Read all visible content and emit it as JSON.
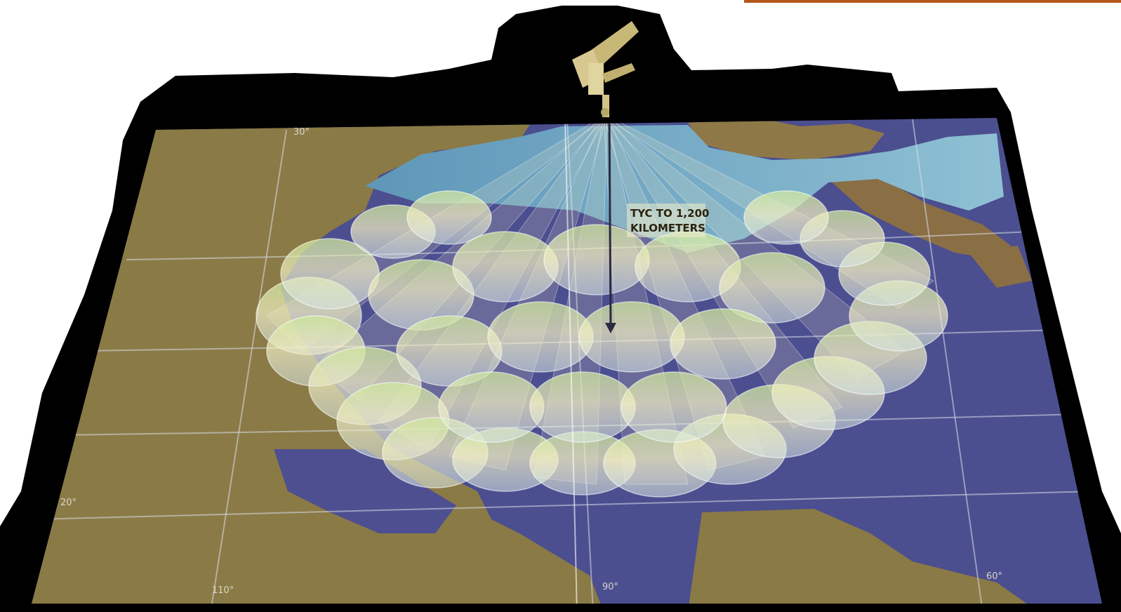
{
  "image": {
    "colors": {
      "background": "#ffffff",
      "frame": "#000000",
      "land": "#8a7a46",
      "ocean": "#4b4e8f",
      "coastal_water": "#78a8c0",
      "beam_fill": "#f4f0c4",
      "beam_edge": "#ffffff",
      "satellite": "#d8c890"
    },
    "map_label": {
      "line1": "TYC TO 1,200",
      "line2": "KILOMETERS"
    },
    "coordinate_labels": [
      "30°",
      "20°",
      "110°",
      "90°",
      "60°"
    ]
  }
}
